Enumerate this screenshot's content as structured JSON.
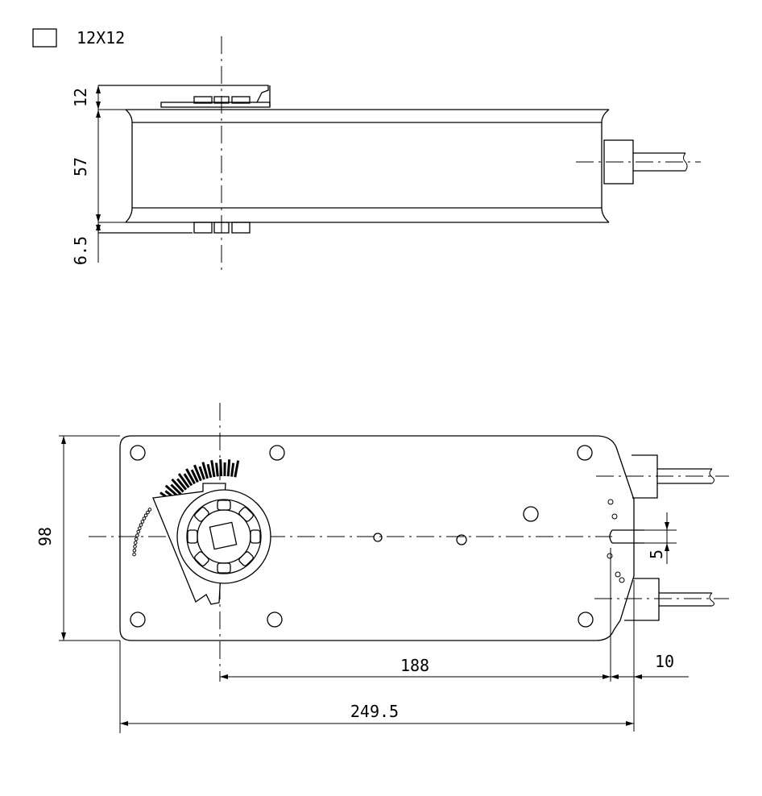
{
  "spec": {
    "shaft_label": "12X12"
  },
  "dimensions": {
    "cap_height": "12",
    "body_height": "57",
    "bottom_height": "6.5",
    "base_height": "98",
    "gap_10": "10",
    "slot_5": "5",
    "shaft_to_end": "188",
    "overall_length": "249.5"
  }
}
